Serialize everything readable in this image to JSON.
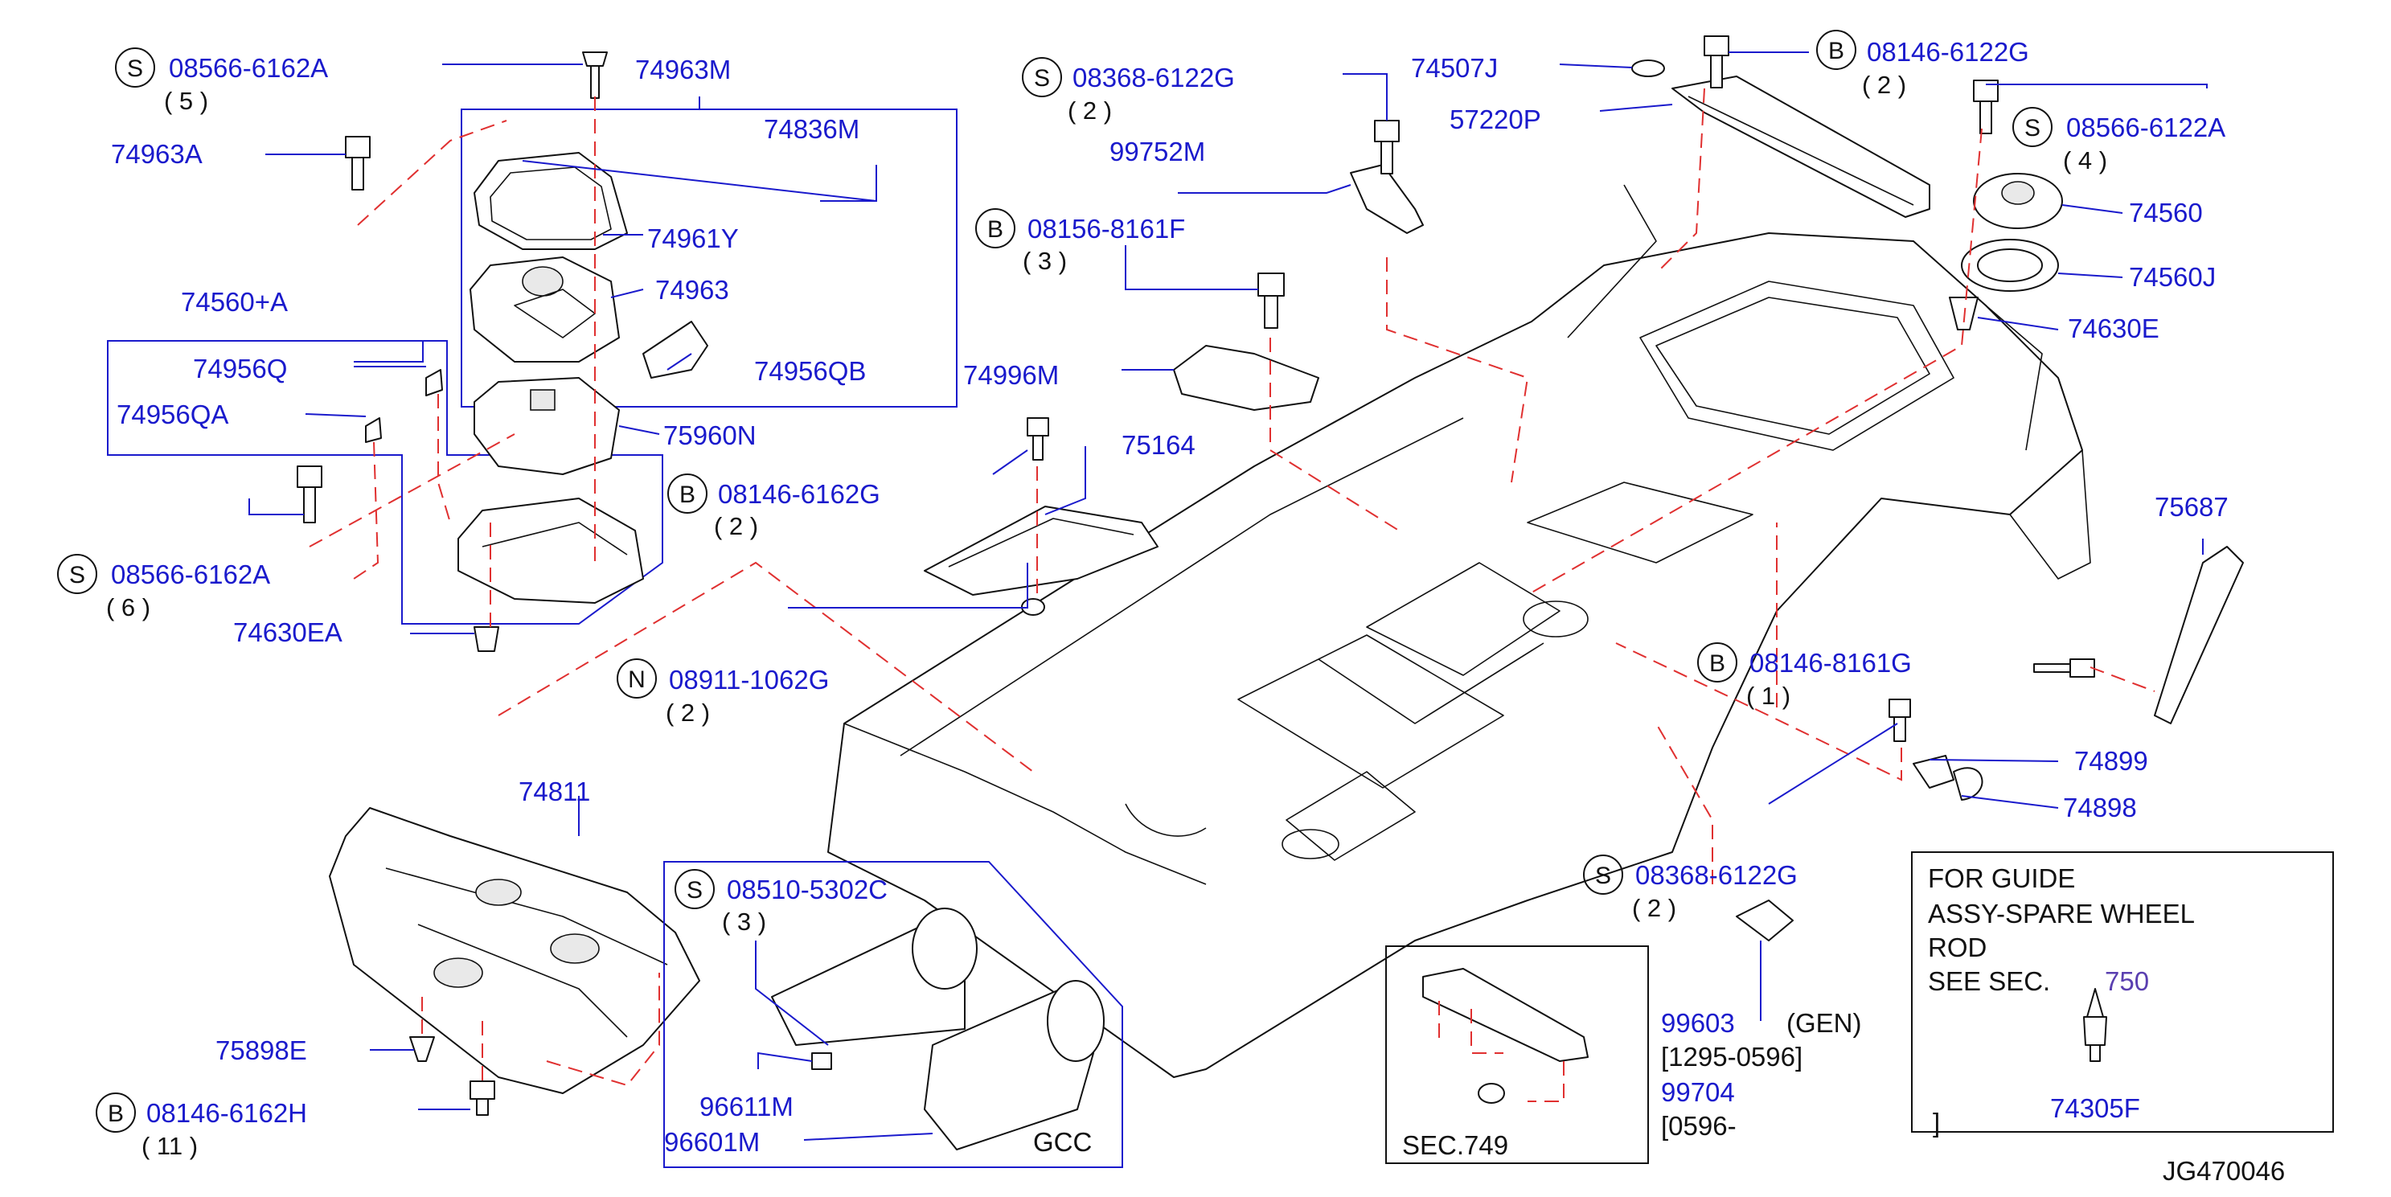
{
  "diagram_id": "JG470046",
  "symbols": {
    "S": "S",
    "B": "B",
    "N": "N"
  },
  "labels": {
    "p74963M": "74963M",
    "p74836M": "74836M",
    "p74961Y": "74961Y",
    "p74963": "74963",
    "p74956QB": "74956QB",
    "p75960N": "75960N",
    "p74560A": "74560+A",
    "p74956Q": "74956Q",
    "p74956QA": "74956QA",
    "p74963A": "74963A",
    "p74630EA": "74630EA",
    "p74811": "74811",
    "p75898E": "75898E",
    "p96611M": "96611M",
    "p96601M": "96601M",
    "gcc": "GCC",
    "p99752M": "99752M",
    "p74507J": "74507J",
    "p57220P": "57220P",
    "p74996M": "74996M",
    "p75164": "75164",
    "p74560": "74560",
    "p74560J": "74560J",
    "p74630E": "74630E",
    "p75687": "75687",
    "p74899": "74899",
    "p74898": "74898",
    "p99603": "99603",
    "gen": "(GEN)",
    "range1": "[1295-0596]",
    "p99704": "99704",
    "range2": "[0596-",
    "sec749": "SEC.749",
    "p74305F": "74305F"
  },
  "fasteners": {
    "s08566_6162A_top": {
      "symbol": "S",
      "part": "08566-6162A",
      "qty": "( 5 )"
    },
    "s08566_6162A_left": {
      "symbol": "S",
      "part": "08566-6162A",
      "qty": "( 6 )"
    },
    "b08146_6162G": {
      "symbol": "B",
      "part": "08146-6162G",
      "qty": "( 2 )"
    },
    "n08911_1062G": {
      "symbol": "N",
      "part": "08911-1062G",
      "qty": "( 2 )"
    },
    "b08146_6162H": {
      "symbol": "B",
      "part": "08146-6162H",
      "qty": "( 11 )"
    },
    "s08510_5302C": {
      "symbol": "S",
      "part": "08510-5302C",
      "qty": "( 3 )"
    },
    "s08368_6122G_top": {
      "symbol": "S",
      "part": "08368-6122G",
      "qty": "( 2 )"
    },
    "b08156_8161F": {
      "symbol": "B",
      "part": "08156-8161F",
      "qty": "( 3 )"
    },
    "b08146_6122G": {
      "symbol": "B",
      "part": "08146-6122G",
      "qty": "( 2 )"
    },
    "s08566_6122A": {
      "symbol": "S",
      "part": "08566-6122A",
      "qty": "( 4 )"
    },
    "b08146_8161G": {
      "symbol": "B",
      "part": "08146-8161G",
      "qty": "( 1 )"
    },
    "s08368_6122G_right": {
      "symbol": "S",
      "part": "08368-6122G",
      "qty": "( 2 )"
    }
  },
  "note": {
    "line1": "FOR  GUIDE",
    "line2": "ASSY-SPARE  WHEEL",
    "line3": "ROD",
    "line4": "SEE  SEC.",
    "sec": "750",
    "close": "]"
  }
}
